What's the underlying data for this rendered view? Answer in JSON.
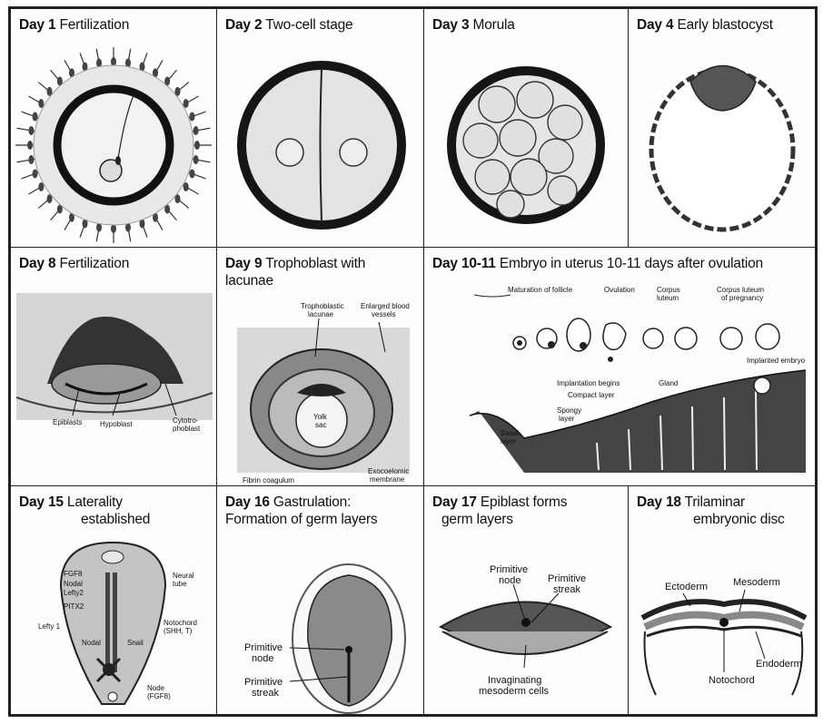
{
  "panels": [
    {
      "day": "Day 1",
      "title": "Fertilization"
    },
    {
      "day": "Day 2",
      "title": "Two-cell stage"
    },
    {
      "day": "Day 3",
      "title": "Morula"
    },
    {
      "day": "Day 4",
      "title": "Early blastocyst"
    },
    {
      "day": "Day 8",
      "title": "Fertilization",
      "labels": {
        "epiblasts": "Epiblasts",
        "hypoblast": "Hypoblast",
        "cytotrophoblast_1": "Cytotro-",
        "cytotrophoblast_2": "phoblast"
      }
    },
    {
      "day": "Day 9",
      "title_1": "Trophoblast with",
      "title_2": "lacunae",
      "labels": {
        "lacunae_1": "Trophoblastic",
        "lacunae_2": "lacunae",
        "vessels_1": "Enlarged blood",
        "vessels_2": "vessels",
        "yolk_1": "Yolk",
        "yolk_2": "sac",
        "fibrin": "Fibrin coagulum",
        "exo_1": "Exocoelomic",
        "exo_2": "membrane"
      }
    },
    {
      "day": "Day 10-11",
      "title": "Embryo in uterus 10-11 days after ovulation",
      "labels": {
        "maturation": "Maturation of follicle",
        "ovulation": "Ovulation",
        "corpus_1": "Corpus",
        "corpus_2": "luteum",
        "corpus_preg_1": "Corpus luteum",
        "corpus_preg_2": "of pregnancy",
        "implanted": "Implanted embryo",
        "implantation": "Implantation begins",
        "gland": "Gland",
        "compact": "Compact layer",
        "spongy_1": "Spongy",
        "spongy_2": "layer",
        "basal_1": "Basal",
        "basal_2": "layer"
      }
    },
    {
      "day": "Day 15",
      "title_1": "Laterality",
      "title_2": "established",
      "labels": {
        "fgf8": "FGF8",
        "nodal": "Nodal",
        "lefty2": "Lefty2",
        "pitx2": "PITX2",
        "lefty1": "Lefty 1",
        "nodal2": "Nodal",
        "neural_1": "Neural",
        "neural_2": "tube",
        "notochord_1": "Notochord",
        "notochord_2": "(SHH, T)",
        "snail": "Snail",
        "node_1": "Node",
        "node_2": "(FGF8)"
      }
    },
    {
      "day": "Day 16",
      "title_1": "Gastrulation:",
      "title_2": "Formation of germ layers",
      "labels": {
        "node_1": "Primitive",
        "node_2": "node",
        "streak_1": "Primitive",
        "streak_2": "streak"
      }
    },
    {
      "day": "Day 17",
      "title_1": "Epiblast forms",
      "title_2": "germ layers",
      "labels": {
        "node_1": "Primitive",
        "node_2": "node",
        "streak_1": "Primitive",
        "streak_2": "streak",
        "meso_1": "Invaginating",
        "meso_2": "mesoderm cells"
      }
    },
    {
      "day": "Day 18",
      "title_1": "Trilaminar",
      "title_2": "embryonic disc",
      "labels": {
        "ectoderm": "Ectoderm",
        "mesoderm": "Mesoderm",
        "endoderm": "Endoderm",
        "notochord": "Notochord"
      }
    }
  ]
}
